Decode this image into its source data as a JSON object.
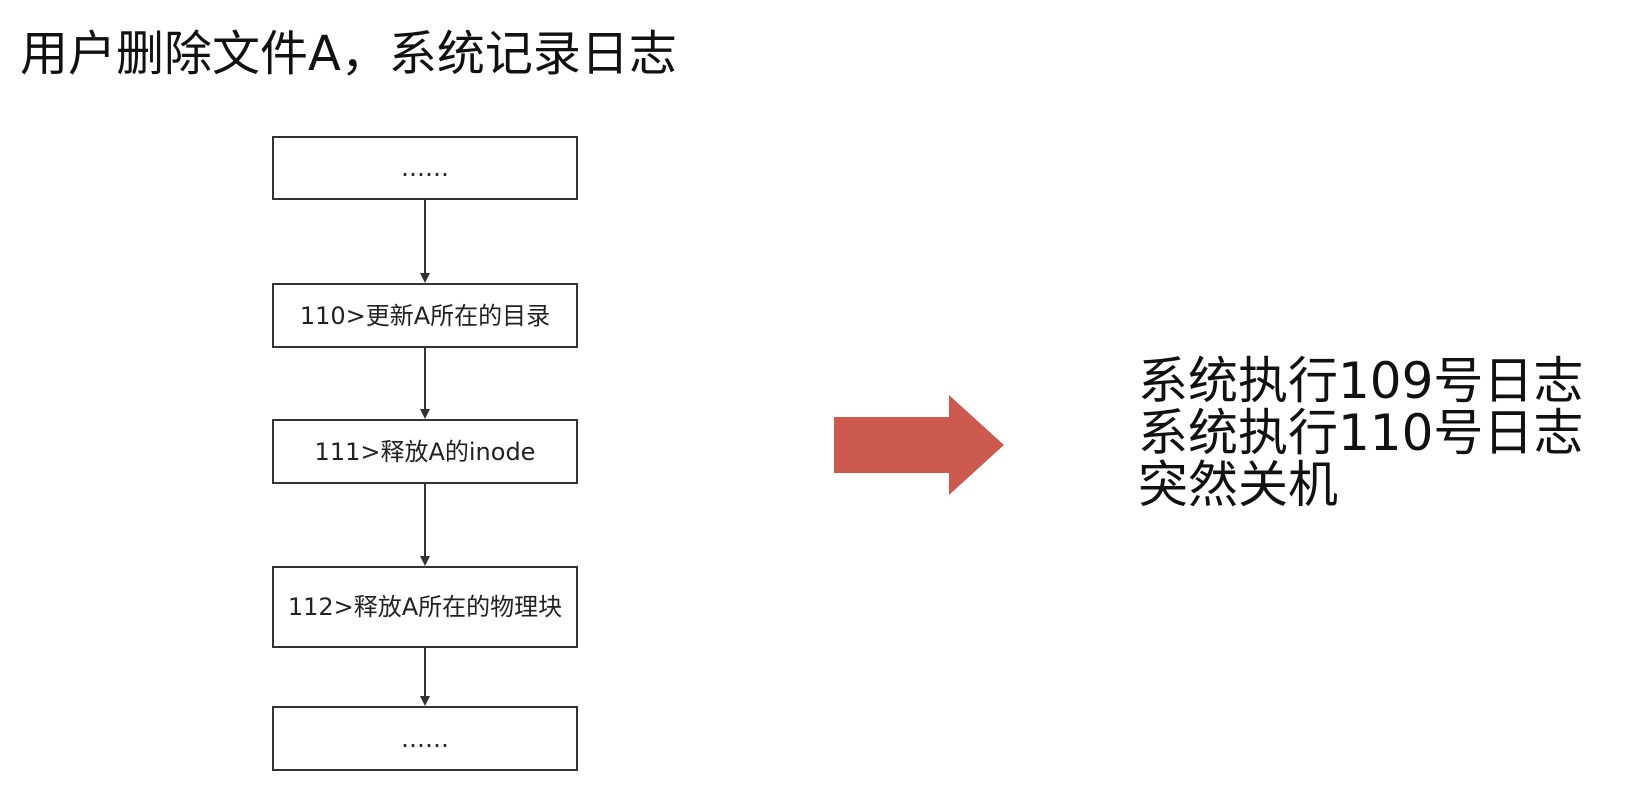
{
  "title": "用户删除文件A，系统记录日志",
  "flow": {
    "boxes": [
      {
        "label": "……"
      },
      {
        "label": "110>更新A所在的目录"
      },
      {
        "label": "111>释放A的inode"
      },
      {
        "label": "112>释放A所在的物理块"
      },
      {
        "label": "……"
      }
    ]
  },
  "result": {
    "lines": [
      "系统执行109号日志",
      "系统执行110号日志",
      "突然关机"
    ]
  },
  "colors": {
    "arrow": "#cd5a4e",
    "box_border": "#333333",
    "text": "#111111"
  }
}
